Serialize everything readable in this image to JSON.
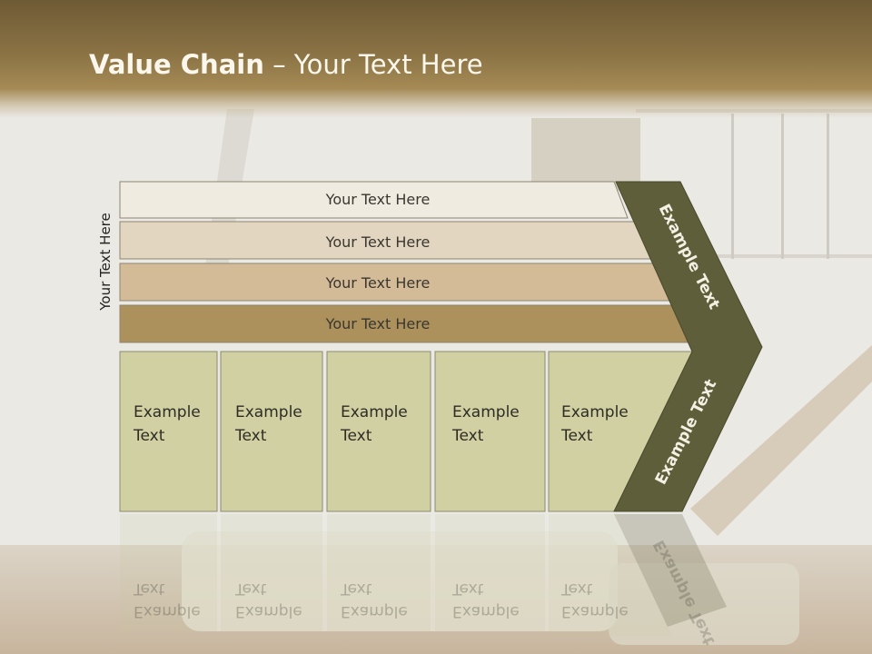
{
  "title": {
    "bold": "Value Chain",
    "rest": " – Your Text Here"
  },
  "side_label": "Your Text Here",
  "bars": [
    {
      "label": "Your Text Here",
      "color": "#f0ebe0"
    },
    {
      "label": "Your Text Here",
      "color": "#e2d6c0"
    },
    {
      "label": "Your Text Here",
      "color": "#d4bb97"
    },
    {
      "label": "Your Text Here",
      "color": "#ad915c"
    }
  ],
  "columns": [
    {
      "line1": "Example",
      "line2": "Text"
    },
    {
      "line1": "Example",
      "line2": "Text"
    },
    {
      "line1": "Example",
      "line2": "Text"
    },
    {
      "line1": "Example",
      "line2": "Text"
    },
    {
      "line1": "Example",
      "line2": "Text"
    }
  ],
  "arrow_top_label": "Example Text",
  "arrow_bottom_label": "Example Text",
  "colors": {
    "header": "#8a7244",
    "arrow": "#5f5e3a",
    "column": "#d0d0a2",
    "title": "#fbf7ec"
  }
}
